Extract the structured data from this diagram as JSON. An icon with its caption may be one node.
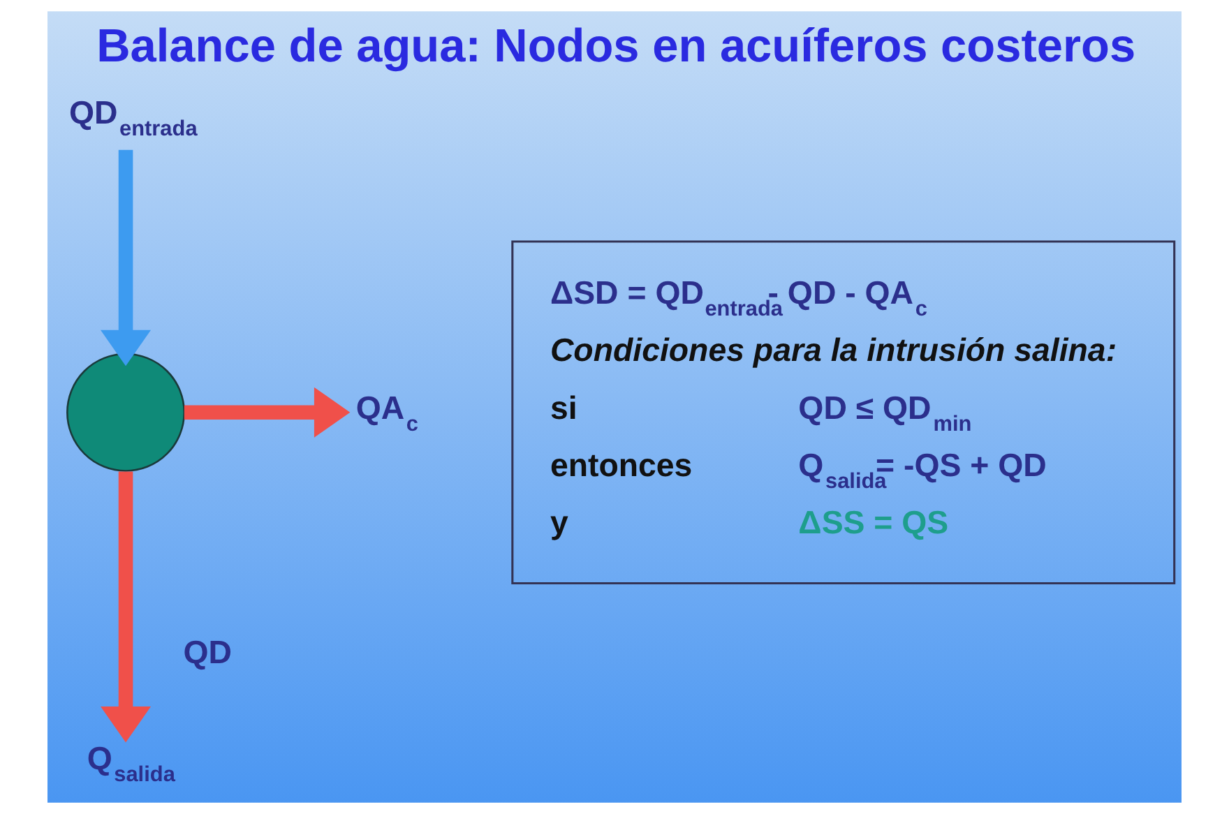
{
  "diagram": {
    "title": "Balance de agua: Nodos en acuíferos costeros",
    "nodes": [
      {
        "text": [
          "QD$_{entrada}$"
        ]
      },
      {
        "text": [],
        "shape": "circle"
      },
      {
        "text": [
          "QA$_{c}$"
        ]
      },
      {
        "text": [
          "Q$_{salida}$"
        ]
      },
      {
        "text": [
          "ΔSD = QD$_{entrada}$- QD - QA$_{c}$",
          "Condiciones para la intrusión salina:",
          "si",
          "QD ≤ QD$_{min}$",
          "entonces",
          "Q$_{salida}$= -QS + QD",
          "y",
          "ΔSS = QS"
        ]
      }
    ],
    "edges": [
      {
        "from": 0,
        "to": 1,
        "arrow": "to",
        "color": "#3d9bf0"
      },
      {
        "from": 1,
        "to": 2,
        "arrow": "to"
      },
      {
        "from": 1,
        "to": 3,
        "arrow": "to",
        "label": "QD"
      }
    ]
  }
}
